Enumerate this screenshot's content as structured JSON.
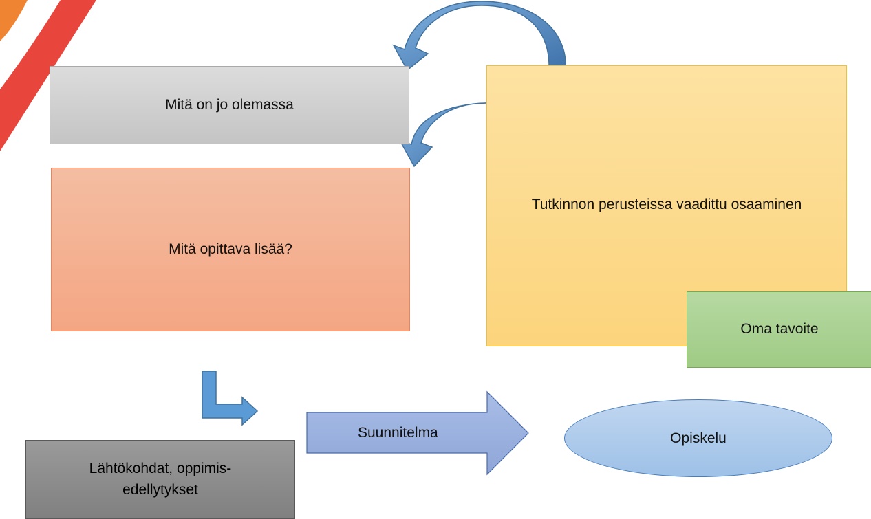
{
  "boxes": {
    "existing": "Mitä on jo olemassa",
    "learn_more": "Mitä opittava lisää?",
    "required_competence": "Tutkinnon perusteissa vaadittu osaaminen",
    "own_goal": "Oma tavoite",
    "starting_points_line1": "Lähtökohdat, oppimis-",
    "starting_points_line2": "edellytykset"
  },
  "plan_label": "Suunnitelma",
  "study_label": "Opiskelu",
  "colors": {
    "gray_box": "#c9c9c9",
    "salmon_box": "#f4ab8a",
    "yellow_box": "#fdd88a",
    "green_box": "#a9d18e",
    "dark_gray_box": "#8c8c8c",
    "arrow_blue": "#5b9bd5",
    "plan_arrow": "#8eaadb",
    "ellipse": "#a9c6ea"
  }
}
